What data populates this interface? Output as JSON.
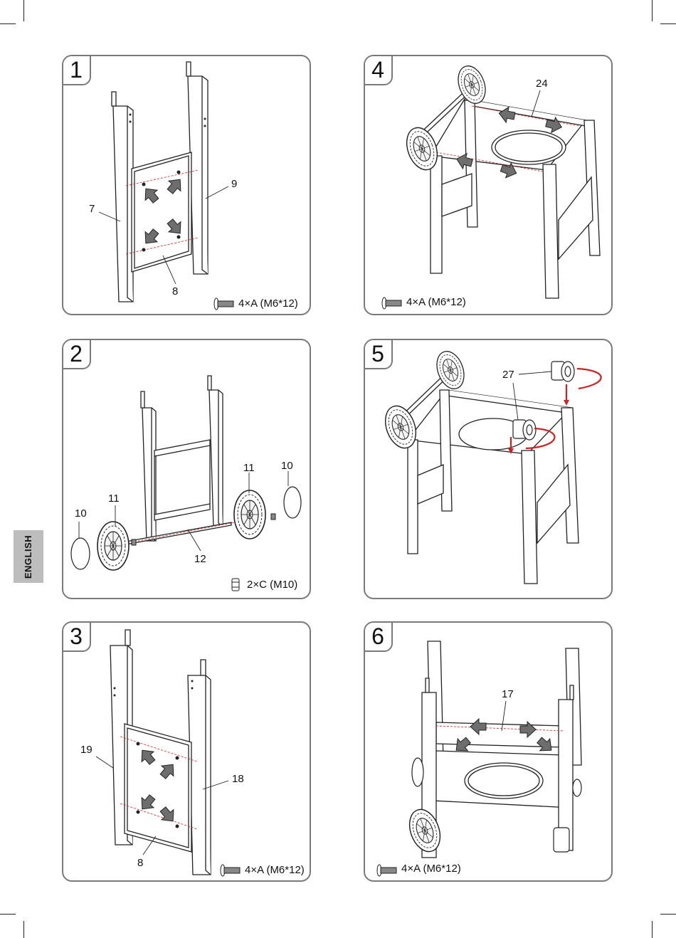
{
  "language_tab": "ENGLISH",
  "steps": [
    {
      "number": "1",
      "callouts": [
        "7",
        "9",
        "8"
      ],
      "hardware": "4×A (M6*12)"
    },
    {
      "number": "2",
      "callouts": [
        "11",
        "10",
        "11",
        "10",
        "12"
      ],
      "hardware": "2×C (M10)"
    },
    {
      "number": "3",
      "callouts": [
        "19",
        "18",
        "8"
      ],
      "hardware": "4×A (M6*12)"
    },
    {
      "number": "4",
      "callouts": [
        "24"
      ],
      "hardware": "4×A (M6*12)"
    },
    {
      "number": "5",
      "callouts": [
        "27"
      ],
      "hardware": ""
    },
    {
      "number": "6",
      "callouts": [
        "17"
      ],
      "hardware": "4×A (M6*12)"
    }
  ],
  "icons": {
    "bolt": "bolt-icon",
    "nut": "nut-icon",
    "arrow": "assembly-arrow-icon"
  }
}
